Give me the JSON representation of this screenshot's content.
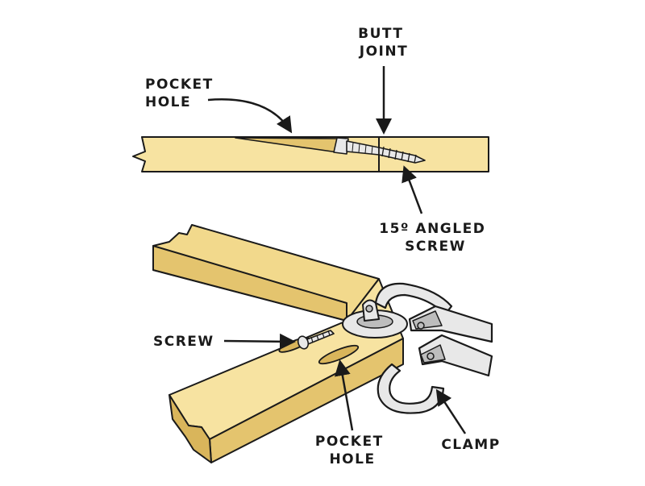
{
  "colors": {
    "wood_face": "#f7e3a1",
    "wood_top": "#f2d98c",
    "wood_side": "#e4c46e",
    "wood_end": "#d9b55b",
    "metal": "#e8e8e8",
    "metal_dark": "#bdbdbd",
    "ink": "#1a1a1a"
  },
  "labels": {
    "butt_joint": [
      "BUTT",
      "JOINT"
    ],
    "pocket_hole_top": [
      "POCKET",
      "HOLE"
    ],
    "angled_screw": [
      "15º ANGLED",
      "SCREW"
    ],
    "screw": [
      "SCREW"
    ],
    "pocket_hole_bottom": [
      "POCKET",
      "HOLE"
    ],
    "clamp": [
      "CLAMP"
    ]
  }
}
